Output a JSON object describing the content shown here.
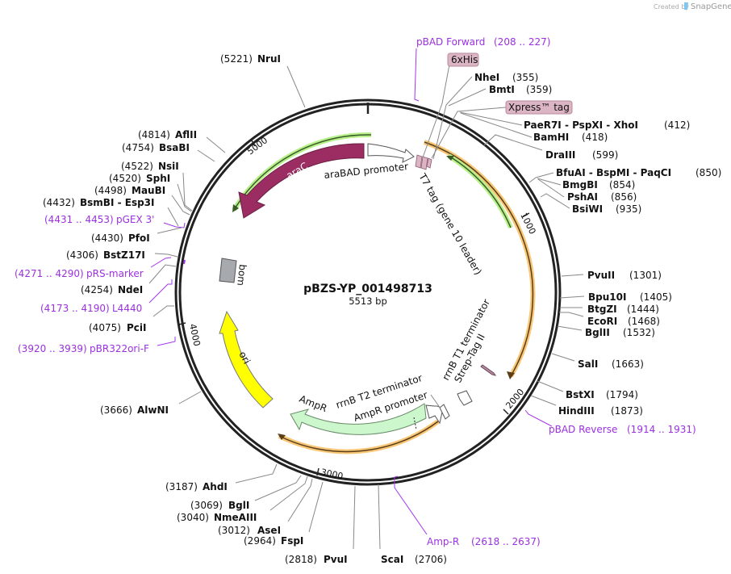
{
  "map": {
    "name": "pBZS-YP_001498713",
    "length_label": "5513 bp",
    "length": 5513,
    "credit": "Created by",
    "brand": "SnapGene"
  },
  "ticks": [
    {
      "pos": 1000,
      "label": "1000"
    },
    {
      "pos": 2000,
      "label": "2000"
    },
    {
      "pos": 3000,
      "label": "3000"
    },
    {
      "pos": 4000,
      "label": "4000"
    },
    {
      "pos": 5000,
      "label": "5000"
    }
  ],
  "sites_right": [
    {
      "name": "NheI",
      "pos": "(355)"
    },
    {
      "name": "BmtI",
      "pos": "(359)"
    },
    {
      "name": "PaeR7I  - PspXI  - XhoI",
      "pos": "(412)"
    },
    {
      "name": "BamHI",
      "pos": "(418)"
    },
    {
      "name": "DraIII",
      "pos": "(599)"
    },
    {
      "name": "BfuAI  - BspMI  - PaqCI",
      "pos": "(850)"
    },
    {
      "name": "BmgBI",
      "pos": "(854)"
    },
    {
      "name": "PshAI",
      "pos": "(856)"
    },
    {
      "name": "BsiWI",
      "pos": "(935)"
    },
    {
      "name": "PvuII",
      "pos": "(1301)"
    },
    {
      "name": "Bpu10I",
      "pos": "(1405)"
    },
    {
      "name": "BtgZI",
      "pos": "(1444)"
    },
    {
      "name": "EcoRI",
      "pos": "(1468)"
    },
    {
      "name": "BglII",
      "pos": "(1532)"
    },
    {
      "name": "SalI",
      "pos": "(1663)"
    },
    {
      "name": "BstXI",
      "pos": "(1794)"
    },
    {
      "name": "HindIII",
      "pos": "(1873)"
    }
  ],
  "sites_bottom": [
    {
      "name": "ScaI",
      "pos": "(2706)"
    },
    {
      "name": "PvuI",
      "pos": "(2818)"
    },
    {
      "name": "FspI",
      "pos": "(2964)"
    },
    {
      "name": "AseI",
      "pos": "(3012)"
    },
    {
      "name": "NmeAIII",
      "pos": "(3040)"
    },
    {
      "name": "BglI",
      "pos": "(3069)"
    },
    {
      "name": "AhdI",
      "pos": "(3187)"
    }
  ],
  "sites_left": [
    {
      "name": "AlwNI",
      "pos": "(3666)"
    },
    {
      "name": "PciI",
      "pos": "(4075)"
    },
    {
      "name": "NdeI",
      "pos": "(4254)"
    },
    {
      "name": "BstZ17I",
      "pos": "(4306)"
    },
    {
      "name": "PfoI",
      "pos": "(4430)"
    },
    {
      "name": "BsmBI  - Esp3I",
      "pos": "(4432)"
    },
    {
      "name": "MauBI",
      "pos": "(4498)"
    },
    {
      "name": "SphI",
      "pos": "(4520)"
    },
    {
      "name": "NsiI",
      "pos": "(4522)"
    },
    {
      "name": "BsaBI",
      "pos": "(4754)"
    },
    {
      "name": "AflII",
      "pos": "(4814)"
    },
    {
      "name": "NruI",
      "pos": "(5221)"
    }
  ],
  "primers": [
    {
      "name": "pBAD Forward",
      "range": "(208 .. 227)"
    },
    {
      "name": "pBAD Reverse",
      "range": "(1914 .. 1931)"
    },
    {
      "name": "Amp-R",
      "range": "(2618 .. 2637)"
    },
    {
      "name": "pBR322ori-F",
      "range": "(3920 .. 3939)"
    },
    {
      "name": "L4440",
      "range": "(4173 .. 4190)"
    },
    {
      "name": "pRS-marker",
      "range": "(4271 .. 4290)"
    },
    {
      "name": "pGEX 3'",
      "range": "(4431 .. 4453)"
    }
  ],
  "features": {
    "araC": "araC",
    "araBAD_promoter": "araBAD promoter",
    "t7_tag": "T7 tag (gene 10 leader)",
    "his": "6xHis",
    "xpress": "Xpress™ tag",
    "rrnB_T1": "rrnB T1 terminator",
    "strep": "Strep-Tag II",
    "rrnB_T2": "rrnB T2 terminator",
    "ampR_promoter": "AmpR promoter",
    "ampR": "AmpR",
    "ori": "ori",
    "bom": "bom"
  },
  "colors": {
    "araC": "#9b2d62",
    "ampR": "#ccf7cc",
    "ori": "#ffff00",
    "bom": "#a6a9ae",
    "primer": "#a335ee",
    "orf_orange": "#f8c777",
    "orf_green": "#b8f08a",
    "tag": "#dcb5c4"
  }
}
